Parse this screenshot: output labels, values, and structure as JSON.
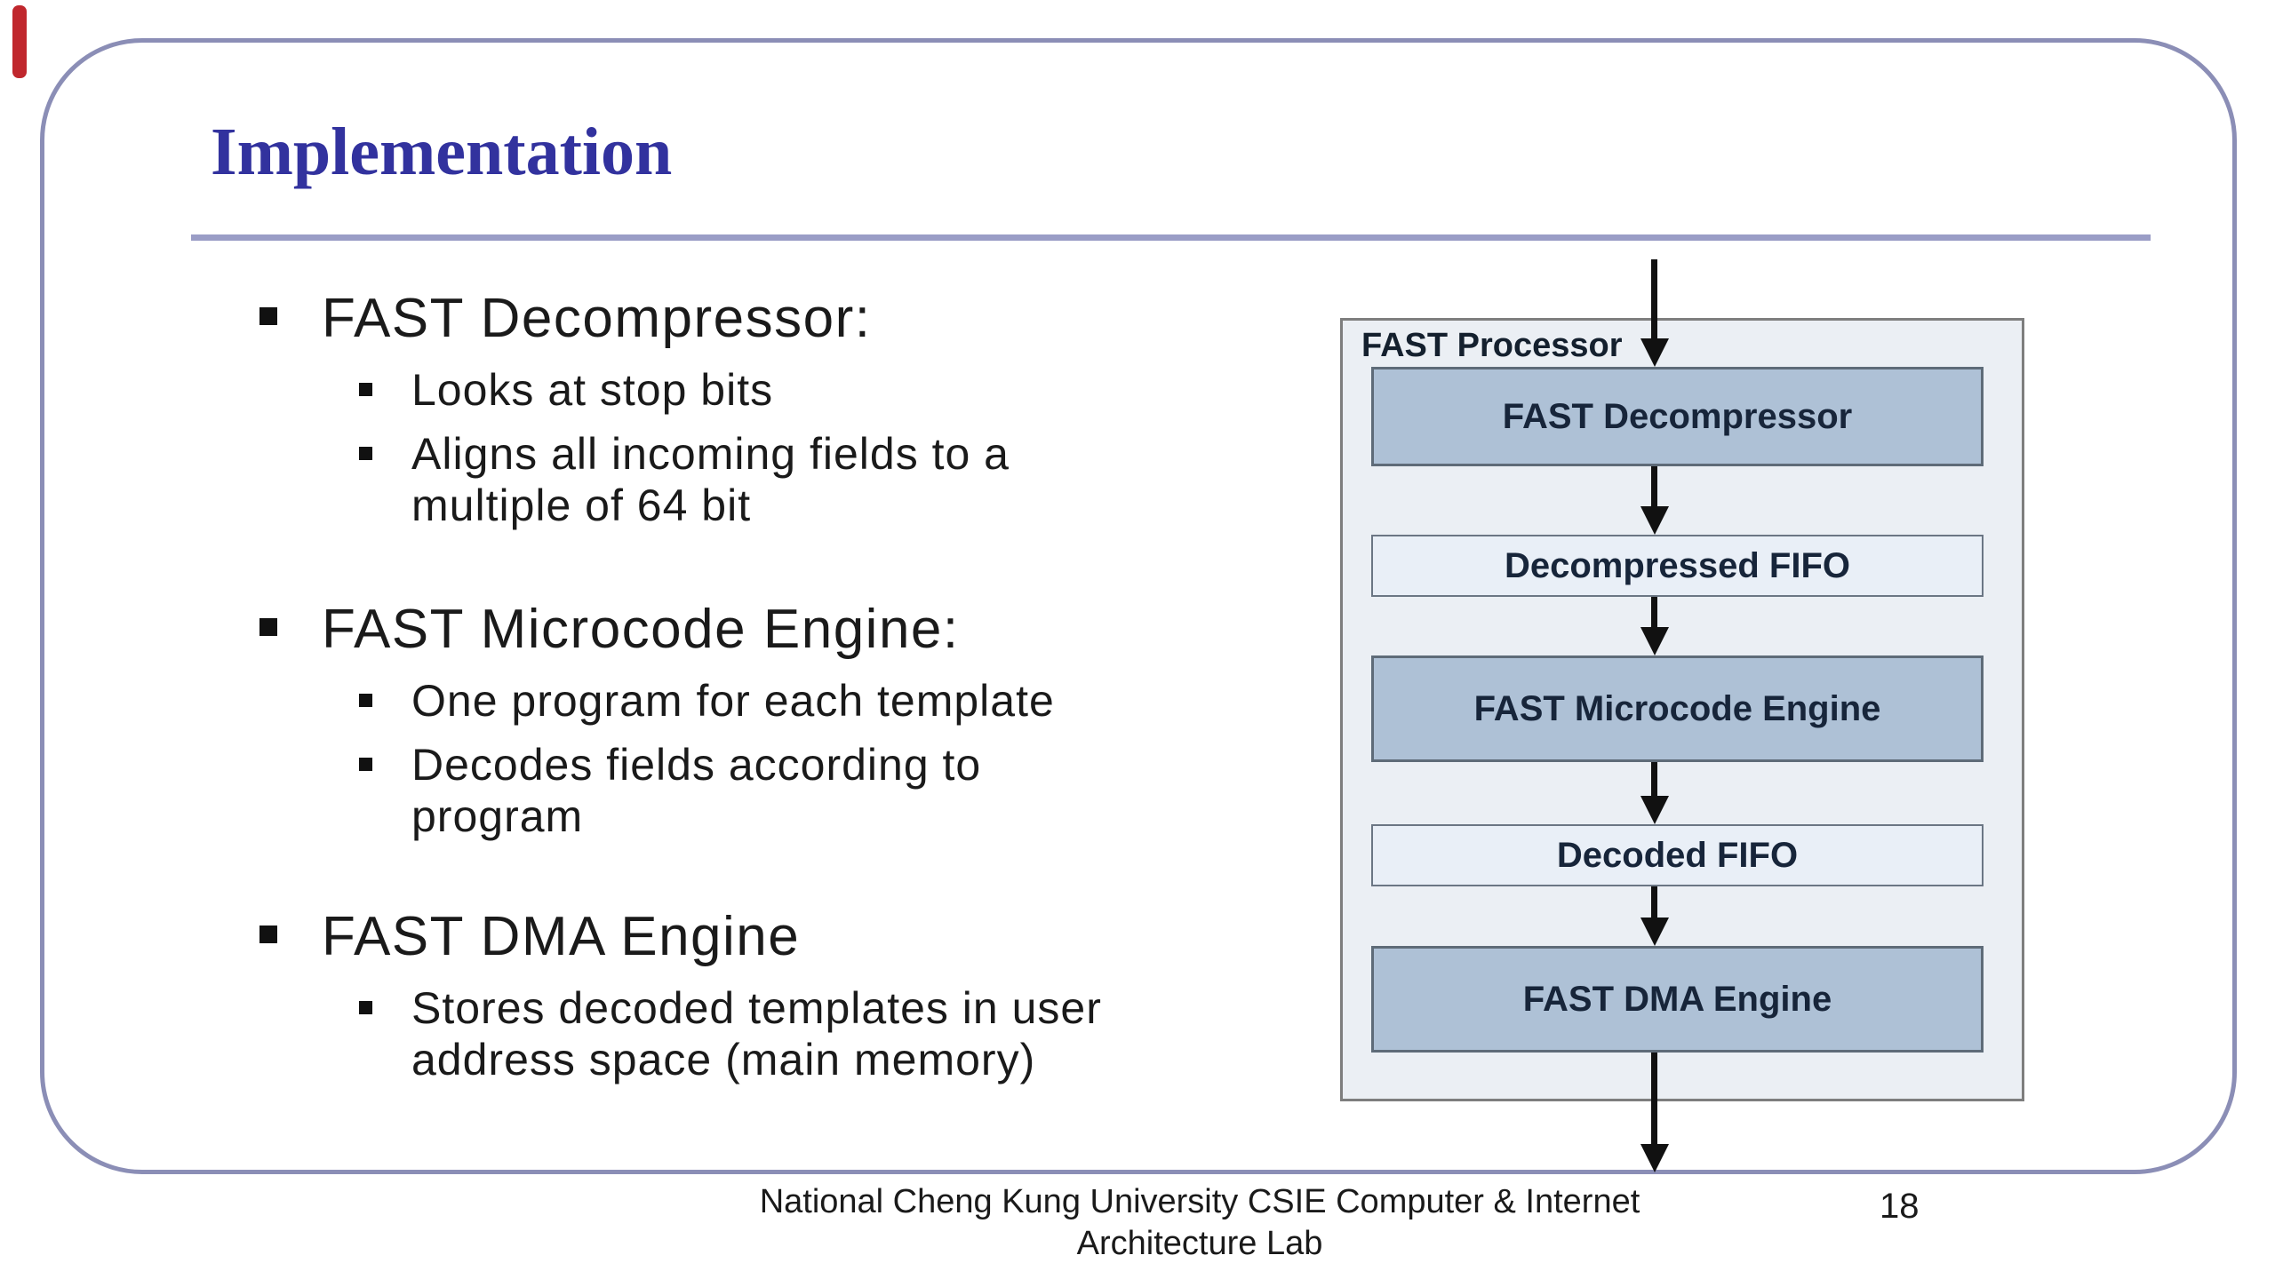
{
  "slide": {
    "title": "Implementation",
    "page_number": "18",
    "footer": {
      "line1": "National Cheng Kung University CSIE Computer & Internet",
      "line2": "Architecture Lab"
    },
    "bullet_groups": [
      {
        "heading": "FAST Decompressor:",
        "items": [
          "Looks at stop bits",
          "Aligns all incoming fields to a\nmultiple of 64 bit"
        ]
      },
      {
        "heading": "FAST Microcode Engine:",
        "items": [
          "One program for each template",
          "Decodes fields according to\nprogram"
        ]
      },
      {
        "heading": "FAST DMA Engine",
        "items": [
          "Stores decoded templates in user\naddress space (main memory)"
        ]
      }
    ],
    "diagram": {
      "container_label": "FAST Processor",
      "nodes": [
        {
          "label": "FAST Decompressor",
          "variant": "engine"
        },
        {
          "label": "Decompressed FIFO",
          "variant": "fifo"
        },
        {
          "label": "FAST Microcode Engine",
          "variant": "engine"
        },
        {
          "label": "Decoded FIFO",
          "variant": "fifo"
        },
        {
          "label": "FAST DMA Engine",
          "variant": "engine"
        }
      ],
      "flow": "top-in, sequential down through all nodes, bottom-out"
    },
    "colors": {
      "title": "#32329E",
      "slide_border": "#8B8EB6",
      "divider_rule": "#9A9DC6",
      "body_text": "#1A1A1A",
      "diagram_container_fill": "#EBEFF4",
      "diagram_container_border": "#7E7E7E",
      "engine_box_fill": "#AEC1D6",
      "fifo_box_fill": "#E9EFF7",
      "box_border": "#5E6B78",
      "box_text": "#17253A",
      "arrow": "#111111",
      "edge_artifact_red": "#C0272D"
    }
  }
}
